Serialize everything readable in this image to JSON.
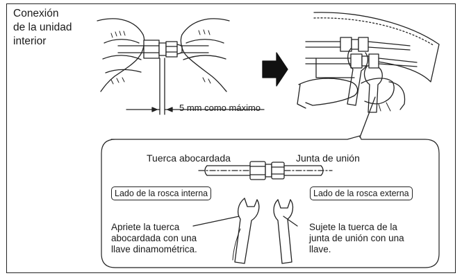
{
  "title": {
    "line1": "Conexión",
    "line2": "de la unidad",
    "line3": "interior"
  },
  "dimension": {
    "label": "5 mm como máximo"
  },
  "detail": {
    "flare_nut": "Tuerca abocardada",
    "union_joint": "Junta de unión",
    "internal_thread": "Lado de la rosca interna",
    "external_thread": "Lado de la rosca externa",
    "torque_note": {
      "line1": "Apriete la tuerca",
      "line2": "abocardada con una",
      "line3": "llave dinamométrica."
    },
    "hold_note": {
      "line1": "Sujete la tuerca de la",
      "line2": "junta de unión con una",
      "line3": "llave."
    }
  },
  "colors": {
    "line": "#222222",
    "arrow": "#111111",
    "background": "#ffffff"
  }
}
